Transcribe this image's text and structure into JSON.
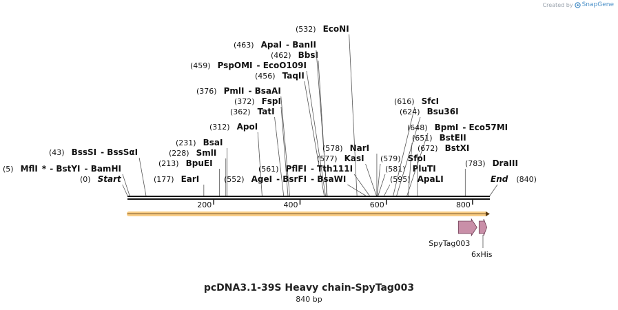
{
  "credit": {
    "prefix": "Created by",
    "brand": "SnapGene"
  },
  "title": "pcDNA3.1-39S Heavy chain-SpyTag003",
  "length_label": "840 bp",
  "sequence_length": 840,
  "colors": {
    "orf": "#f5a623",
    "feature": "#c98fa8",
    "backbone": "#111111"
  },
  "ticks": [
    200,
    400,
    600,
    800
  ],
  "sites": [
    {
      "pos": 5,
      "labels": [
        {
          "t": "MflI"
        },
        {
          "t": "*"
        },
        {
          "t": "- BstYI"
        },
        {
          "t": "- BamHI"
        }
      ]
    },
    {
      "pos": 0,
      "labels": [
        {
          "t": "Start",
          "style": "italic"
        }
      ]
    },
    {
      "pos": 43,
      "labels": [
        {
          "t": "BssSI"
        },
        {
          "t": "- BssSαI"
        }
      ]
    },
    {
      "pos": 177,
      "labels": [
        {
          "t": "EarI"
        }
      ]
    },
    {
      "pos": 213,
      "labels": [
        {
          "t": "BpuEI"
        }
      ]
    },
    {
      "pos": 228,
      "labels": [
        {
          "t": "SmlI"
        }
      ]
    },
    {
      "pos": 231,
      "labels": [
        {
          "t": "BsaI"
        }
      ]
    },
    {
      "pos": 312,
      "labels": [
        {
          "t": "ApoI"
        }
      ]
    },
    {
      "pos": 362,
      "labels": [
        {
          "t": "TatI"
        }
      ]
    },
    {
      "pos": 372,
      "labels": [
        {
          "t": "FspI"
        }
      ]
    },
    {
      "pos": 376,
      "labels": [
        {
          "t": "PmlI"
        },
        {
          "t": "- BsaAI"
        }
      ]
    },
    {
      "pos": 456,
      "labels": [
        {
          "t": "TaqII"
        }
      ]
    },
    {
      "pos": 459,
      "labels": [
        {
          "t": "PspOMI"
        },
        {
          "t": "- EcoO109I"
        }
      ]
    },
    {
      "pos": 462,
      "labels": [
        {
          "t": "BbsI"
        }
      ]
    },
    {
      "pos": 463,
      "labels": [
        {
          "t": "ApaI"
        },
        {
          "t": "- BanII"
        }
      ]
    },
    {
      "pos": 532,
      "labels": [
        {
          "t": "EcoNI"
        }
      ]
    },
    {
      "pos": 552,
      "labels": [
        {
          "t": "AgeI"
        },
        {
          "t": "- BsrFI"
        },
        {
          "t": "- BsaWI"
        }
      ]
    },
    {
      "pos": 561,
      "labels": [
        {
          "t": "PflFI"
        },
        {
          "t": "- Tth111I"
        }
      ]
    },
    {
      "pos": 577,
      "labels": [
        {
          "t": "KasI"
        }
      ]
    },
    {
      "pos": 578,
      "labels": [
        {
          "t": "NarI"
        }
      ]
    },
    {
      "pos": 579,
      "labels": [
        {
          "t": "SfoI"
        }
      ]
    },
    {
      "pos": 581,
      "labels": [
        {
          "t": "PluTI"
        }
      ]
    },
    {
      "pos": 595,
      "labels": [
        {
          "t": "ApaLI"
        }
      ]
    },
    {
      "pos": 616,
      "labels": [
        {
          "t": "SfcI"
        }
      ]
    },
    {
      "pos": 624,
      "labels": [
        {
          "t": "Bsu36I"
        }
      ]
    },
    {
      "pos": 648,
      "labels": [
        {
          "t": "BpmI"
        },
        {
          "t": "- Eco57MI"
        }
      ]
    },
    {
      "pos": 651,
      "labels": [
        {
          "t": "BstEII"
        }
      ]
    },
    {
      "pos": 672,
      "labels": [
        {
          "t": "BstXI"
        }
      ]
    },
    {
      "pos": 783,
      "labels": [
        {
          "t": "DraIII"
        }
      ]
    },
    {
      "pos": 840,
      "labels": [
        {
          "t": "End",
          "style": "italic"
        }
      ]
    }
  ],
  "features": [
    {
      "name": "SpyTag003",
      "start": 767,
      "end": 810
    },
    {
      "name": "6xHis",
      "start": 815,
      "end": 833
    }
  ]
}
